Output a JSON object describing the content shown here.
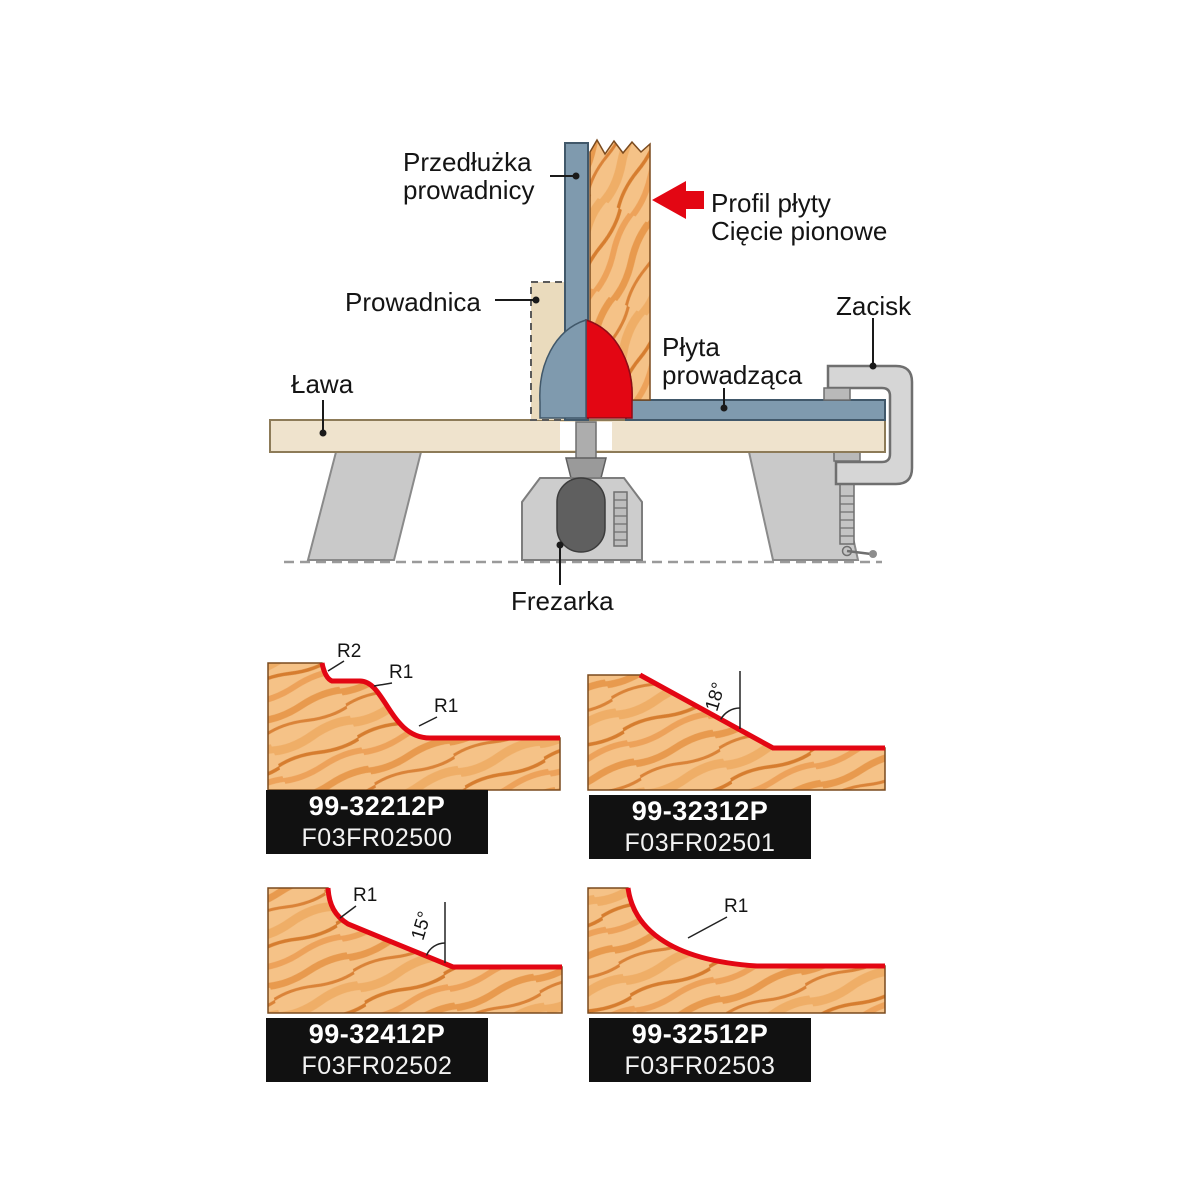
{
  "illustration": {
    "labels": {
      "fence_extension_1": "Przedłużka",
      "fence_extension_2": "prowadnicy",
      "profile_1": "Profil płyty",
      "profile_2": "Cięcie pionowe",
      "fence": "Prowadnica",
      "clamp": "Zacisk",
      "guide_board_1": "Płyta",
      "guide_board_2": "prowadząca",
      "bench": "Ława",
      "router": "Frezarka"
    },
    "icons": {
      "profile_arrow": "left-arrow"
    }
  },
  "profiles": [
    {
      "code": "99-32212P",
      "ref": "F03FR02500",
      "ann": {
        "r2": "R2",
        "r1a": "R1",
        "r1b": "R1"
      }
    },
    {
      "code": "99-32312P",
      "ref": "F03FR02501",
      "ann": {
        "angle": "18°"
      }
    },
    {
      "code": "99-32412P",
      "ref": "F03FR02502",
      "ann": {
        "r1": "R1",
        "angle": "15°"
      }
    },
    {
      "code": "99-32512P",
      "ref": "F03FR02503",
      "ann": {
        "r1": "R1"
      }
    }
  ],
  "colors": {
    "accent_red": "#e30613",
    "steel_blue": "#7f9aae",
    "wood_light": "#f5c287",
    "table_beige": "#efe3cd",
    "plate_black": "#111111"
  }
}
